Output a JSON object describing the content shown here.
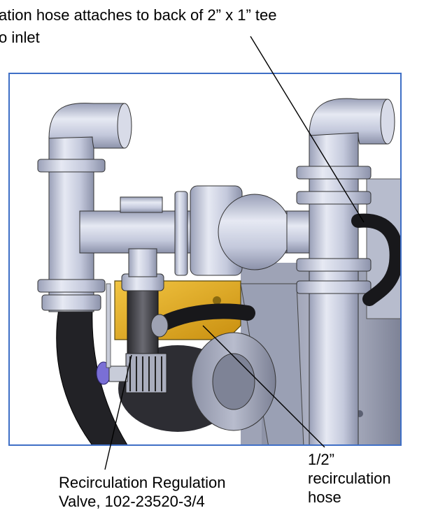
{
  "caption": {
    "line1": "ation hose attaches to back of 2” x 1” tee",
    "line2": "o inlet"
  },
  "labels": {
    "valve": {
      "line1": "Recirculation Regulation",
      "line2": "Valve, 102-23520-3/4"
    },
    "hose": {
      "line1": "1/2”",
      "line2": "recirculation",
      "line3": "hose"
    }
  },
  "colors": {
    "frame_border": "#3f6fc6",
    "manifold_yellow": "#e8b21e",
    "pipe_light": "#cfd4e6",
    "hose_black": "#1c1c1c",
    "valve_handle": "#7a6fd6"
  }
}
